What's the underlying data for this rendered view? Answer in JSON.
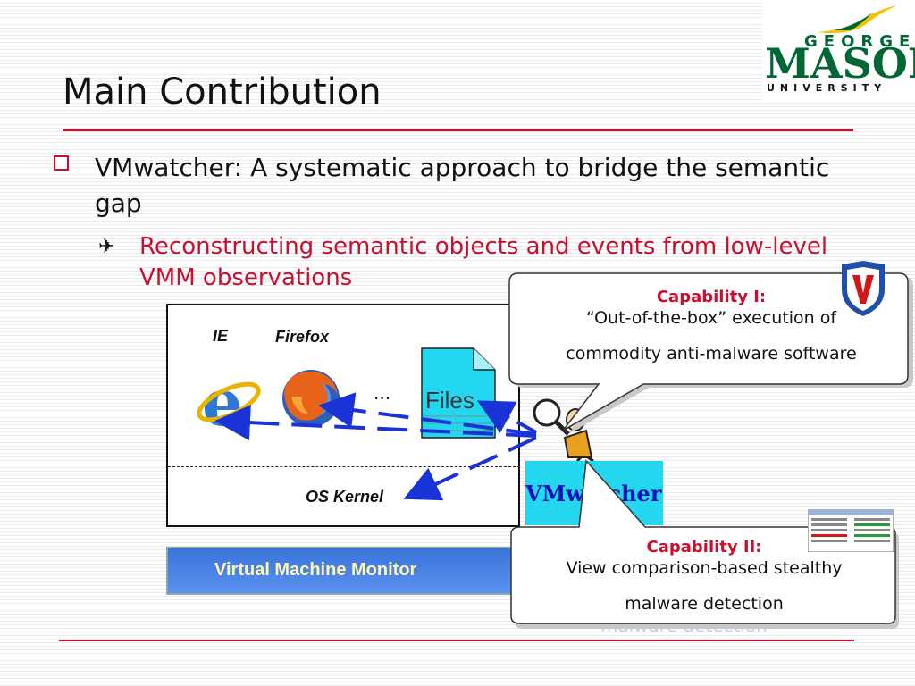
{
  "slide": {
    "title": "Main Contribution",
    "bullet_1": "VMwatcher: A systematic approach to bridge the semantic gap",
    "bullet_2": "Reconstructing semantic objects and events from low-level VMM observations",
    "logo": {
      "line1": "GEORGE",
      "line2": "MASON",
      "line3": "UNIVERSITY"
    }
  },
  "diagram": {
    "ie_label": "IE",
    "firefox_label": "Firefox",
    "ellipsis": "...",
    "files_label": "Files",
    "os_kernel_label": "OS Kernel",
    "vmm_label": "Virtual Machine Monitor",
    "vmwatcher_label": "VMwatcher",
    "ghost_text": "malware detection"
  },
  "callout_1": {
    "title": "Capability I:",
    "line1": "“Out-of-the-box” execution of",
    "line2": "commodity anti-malware software"
  },
  "callout_2": {
    "title": "Capability II:",
    "line1": "View comparison-based stealthy",
    "line2": "malware detection"
  },
  "colors": {
    "accent_red": "#c8102e",
    "logo_green": "#006633",
    "arrow_blue": "#1a33d6",
    "vmm_blue": "#3a74d8",
    "vmwatcher_cyan": "#23d7ef"
  },
  "icons": [
    "ie-icon",
    "firefox-icon",
    "files-icon",
    "detective-icon",
    "shield-icon",
    "screenshot-thumbnail-icon"
  ]
}
